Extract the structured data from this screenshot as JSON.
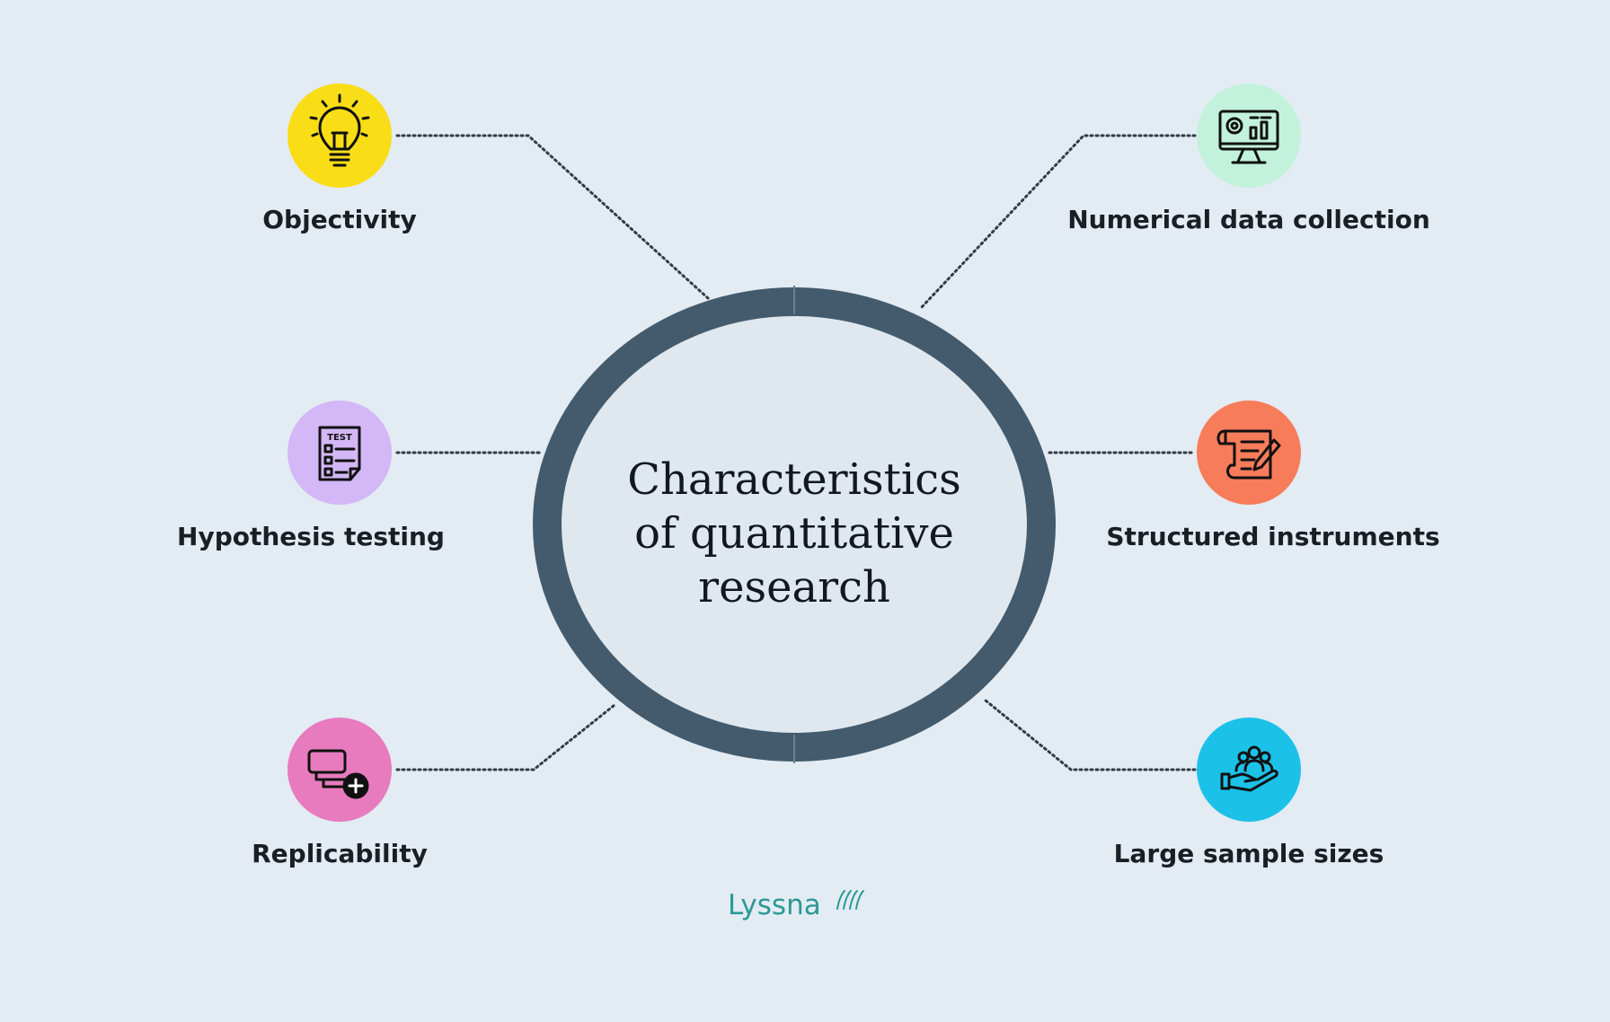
{
  "title": {
    "line1": "Characteristics",
    "line2": "of quantitative",
    "line3": "research"
  },
  "items": [
    {
      "label": "Objectivity",
      "icon": "lightbulb-icon",
      "color": "#f9dd17"
    },
    {
      "label": "Numerical data collection",
      "icon": "monitor-dashboard-icon",
      "color": "#c2f2dc"
    },
    {
      "label": "Hypothesis testing",
      "icon": "test-checklist-icon",
      "color": "#d4b7f6"
    },
    {
      "label": "Structured instruments",
      "icon": "document-pen-icon",
      "color": "#f77c5a"
    },
    {
      "label": "Replicability",
      "icon": "copy-add-icon",
      "color": "#e77bbd"
    },
    {
      "label": "Large sample sizes",
      "icon": "people-in-hand-icon",
      "color": "#1cc1e8"
    }
  ],
  "icon_text": {
    "test": "TEST"
  },
  "brand": {
    "name": "Lyssna",
    "color": "#2a9a94"
  },
  "colors": {
    "background": "#e3ebf3",
    "ring": "#435b6c",
    "ring_fill": "#dfe7ef"
  }
}
